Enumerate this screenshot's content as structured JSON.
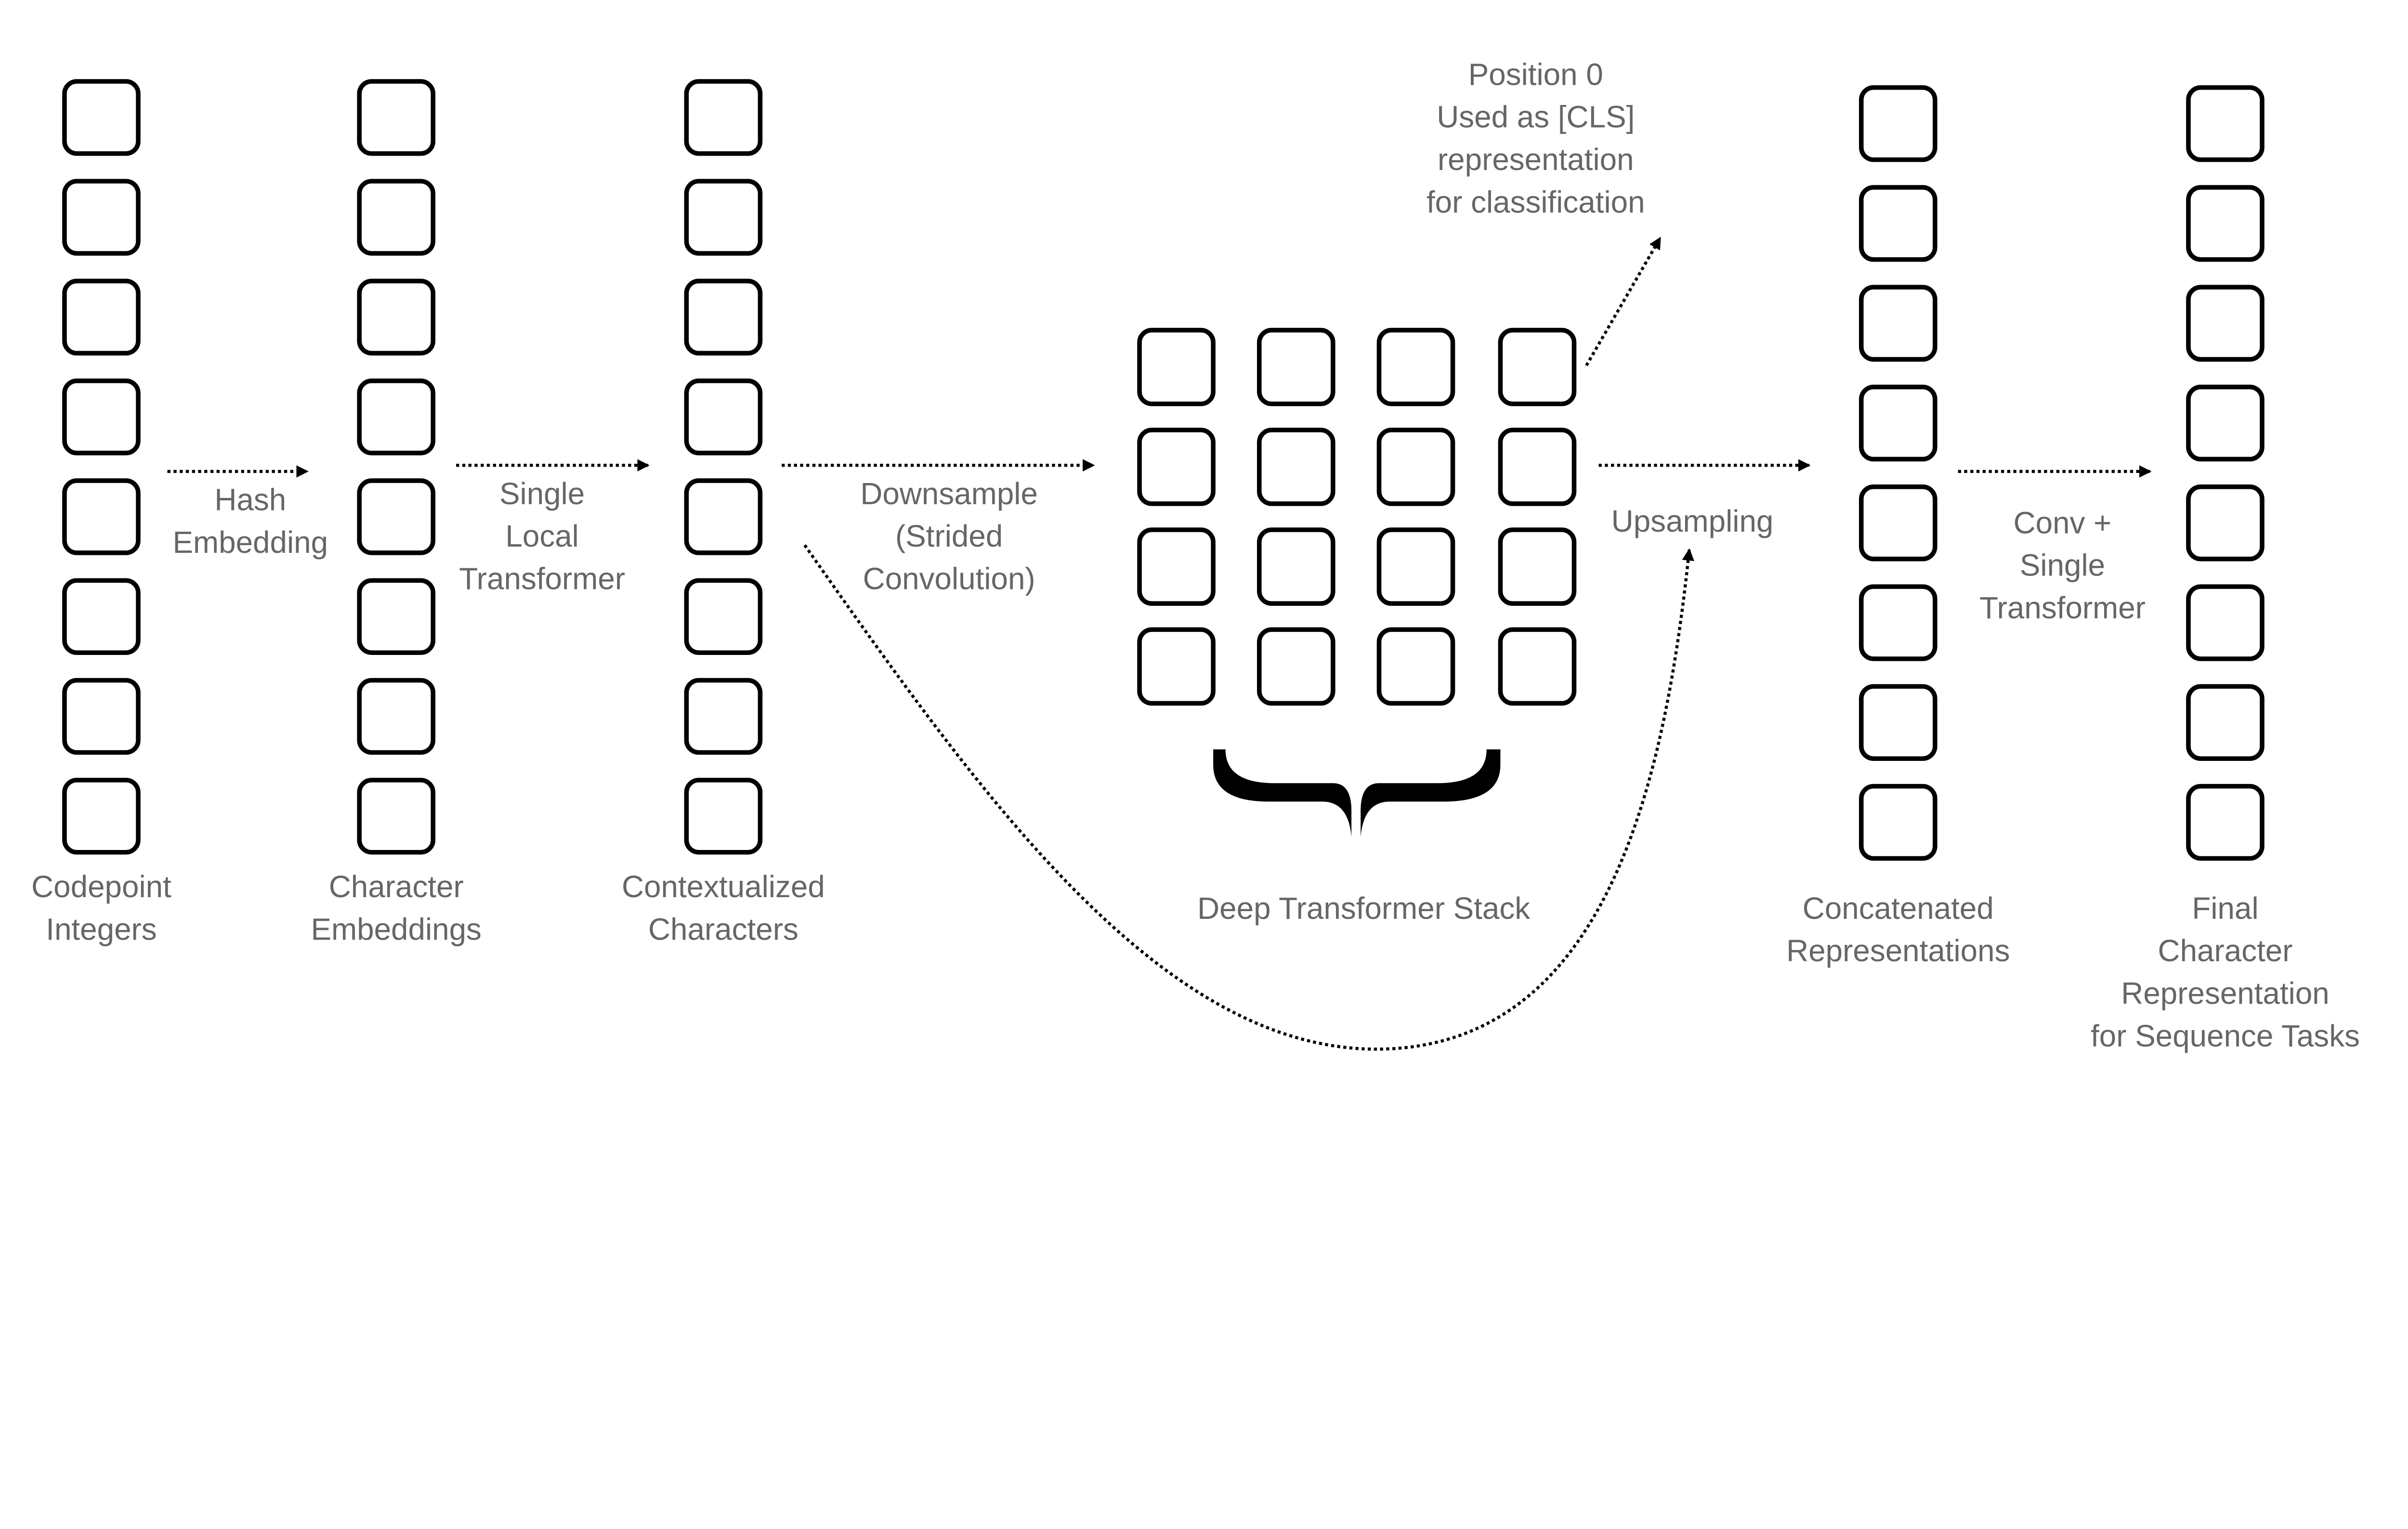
{
  "columns": {
    "codepoints": {
      "label": [
        "Codepoint",
        "Integers"
      ]
    },
    "char_embeddings": {
      "label": [
        "Character",
        "Embeddings"
      ]
    },
    "contextualized": {
      "label": [
        "Contextualized",
        "Characters"
      ]
    },
    "deep_stack": {
      "label": [
        "Deep Transformer Stack"
      ]
    },
    "concatenated": {
      "label": [
        "Concatenated",
        "Representations"
      ]
    },
    "final": {
      "label": [
        "Final",
        "Character",
        "Representation",
        "for Sequence Tasks"
      ]
    }
  },
  "arrows": {
    "hash": [
      "Hash",
      "Embedding"
    ],
    "local": [
      "Single",
      "Local",
      "Transformer"
    ],
    "downsample": [
      "Downsample",
      "(Strided",
      "Convolution)"
    ],
    "upsample": [
      "Upsampling"
    ],
    "conv": [
      "Conv +",
      "Single",
      "Transformer"
    ],
    "cls": [
      "Position 0",
      "Used as [CLS]",
      "representation",
      "for classification"
    ]
  },
  "colors": {
    "box_stroke": "#000000",
    "text": "#666666",
    "background": "#ffffff"
  }
}
